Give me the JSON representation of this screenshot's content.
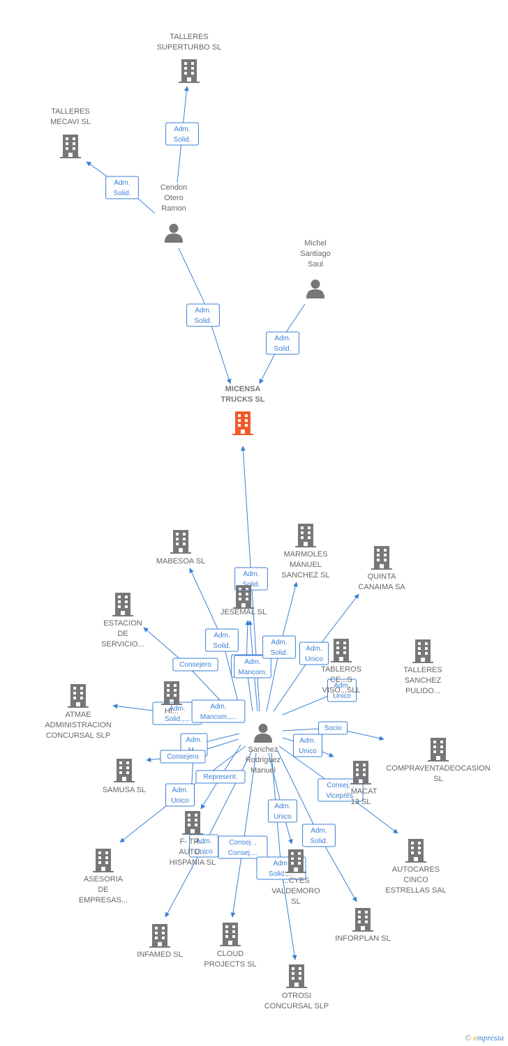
{
  "colors": {
    "edge": "#3a7fd5",
    "company": "#777777",
    "center": "#f05a28",
    "person": "#777777",
    "label": "#666666"
  },
  "footer": {
    "copyright": "©",
    "brand_initial": "e",
    "brand_rest": "mpresia"
  },
  "nodes": [
    {
      "id": "superturbo",
      "type": "company",
      "lines": [
        "TALLERES",
        "SUPERTURBO SL"
      ]
    },
    {
      "id": "mecavi",
      "type": "company",
      "lines": [
        "TALLERES",
        "MECAVI SL"
      ]
    },
    {
      "id": "cendon",
      "type": "person",
      "lines": [
        "Cendon",
        "Otero",
        "Ramon"
      ]
    },
    {
      "id": "michel",
      "type": "person",
      "lines": [
        "Michel",
        "Santiago",
        "Saul"
      ]
    },
    {
      "id": "micensa",
      "type": "center",
      "lines": [
        "MICENSA",
        "TRUCKS  SL"
      ]
    },
    {
      "id": "sanchez",
      "type": "person",
      "lines": [
        "Sanchez",
        "Rodriguez",
        "Manuel"
      ]
    },
    {
      "id": "mabesoa",
      "type": "company",
      "lines": [
        "MABESOA SL"
      ]
    },
    {
      "id": "marmoles",
      "type": "company",
      "lines": [
        "MARMOLES",
        "MANUEL",
        "SANCHEZ SL"
      ]
    },
    {
      "id": "quinta",
      "type": "company",
      "lines": [
        "QUINTA",
        "CANAIMA SA"
      ]
    },
    {
      "id": "jesemal",
      "type": "company",
      "lines": [
        "JESEMAL  SL"
      ]
    },
    {
      "id": "estacion",
      "type": "company",
      "lines": [
        "ESTACION",
        "DE",
        "SERVICIO..."
      ]
    },
    {
      "id": "tableros",
      "type": "company",
      "lines": [
        "TABLEROS",
        "CE...S",
        "VISO...SLL"
      ]
    },
    {
      "id": "pulido",
      "type": "company",
      "lines": [
        "TALLERES",
        "SANCHEZ",
        "PULIDO..."
      ]
    },
    {
      "id": "atmae",
      "type": "company",
      "lines": [
        "ATMAE",
        "ADMINISTRACION",
        "CONCURSAL SLP"
      ]
    },
    {
      "id": "hi",
      "type": "company",
      "lines": [
        "HI..."
      ]
    },
    {
      "id": "compraventa",
      "type": "company",
      "lines": [
        "COMPRAVENTADEOCASION",
        "SL"
      ]
    },
    {
      "id": "samusa",
      "type": "company",
      "lines": [
        "SAMUSA  SL"
      ]
    },
    {
      "id": "macat",
      "type": "company",
      "lines": [
        "...MACAT",
        "13 SL"
      ]
    },
    {
      "id": "ftr",
      "type": "company",
      "lines": [
        "F- TR...",
        "AUTO...",
        "HISPANIA  SL"
      ]
    },
    {
      "id": "asesoria",
      "type": "company",
      "lines": [
        "ASESORIA",
        "DE",
        "EMPRESAS..."
      ]
    },
    {
      "id": "autocares",
      "type": "company",
      "lines": [
        "AUTOCARES",
        "CINCO",
        "ESTRELLAS SAL"
      ]
    },
    {
      "id": "cyes",
      "type": "company",
      "lines": [
        "...CYES",
        "VALDEMORO",
        "SL"
      ]
    },
    {
      "id": "inforplan",
      "type": "company",
      "lines": [
        "INFORPLAN SL"
      ]
    },
    {
      "id": "infamed",
      "type": "company",
      "lines": [
        "INFAMED SL"
      ]
    },
    {
      "id": "cloud",
      "type": "company",
      "lines": [
        "CLOUD",
        "PROJECTS SL"
      ]
    },
    {
      "id": "otrosi",
      "type": "company",
      "lines": [
        "OTROSI",
        "CONCURSAL SLP"
      ]
    }
  ],
  "edges": [
    {
      "lines": [
        "Adm.",
        "Solid."
      ]
    },
    {
      "lines": [
        "Adm.",
        "Solid."
      ]
    },
    {
      "lines": [
        "Adm.",
        "Solid."
      ]
    },
    {
      "lines": [
        "Adm.",
        "Solid."
      ]
    },
    {
      "lines": [
        "Adm.",
        "Solid."
      ]
    },
    {
      "lines": [
        "Adm.",
        "Solid."
      ]
    },
    {
      "lines": [
        "Adm.",
        "Solid."
      ]
    },
    {
      "lines": [
        "Adm.",
        "Mancom."
      ]
    },
    {
      "lines": [
        "Adm.",
        "Unico"
      ]
    },
    {
      "lines": [
        "Adm.",
        "Unico"
      ]
    },
    {
      "lines": [
        "Adm.",
        "Solid."
      ]
    },
    {
      "lines": [
        "Consejero"
      ]
    },
    {
      "lines": [
        "Adm.",
        "Solid.,..."
      ]
    },
    {
      "lines": [
        "Adm.",
        "Mancom.,..."
      ]
    },
    {
      "lines": [
        "Socio"
      ]
    },
    {
      "lines": [
        "Adm.",
        "Unico"
      ]
    },
    {
      "lines": [
        "Adm.",
        "M..."
      ]
    },
    {
      "lines": [
        "Consejero"
      ]
    },
    {
      "lines": [
        "Represent."
      ]
    },
    {
      "lines": [
        "Adm.",
        "Unico"
      ]
    },
    {
      "lines": [
        "Consej. ,",
        "Vicepres."
      ]
    },
    {
      "lines": [
        "Adm.",
        "Unico"
      ]
    },
    {
      "lines": [
        "Adm.",
        "Unico"
      ]
    },
    {
      "lines": [
        "Adm.",
        "Solid."
      ]
    },
    {
      "lines": [
        "Consej. ,",
        "Consej...."
      ]
    },
    {
      "lines": [
        "Adm.",
        "Solid.,..."
      ]
    }
  ]
}
